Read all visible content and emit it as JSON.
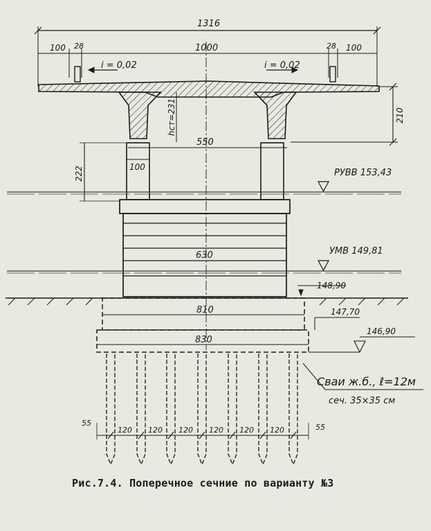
{
  "colors": {
    "paper": "#e9e8e1",
    "ink": "#1a1a1a",
    "water": "#3c3c3c"
  },
  "dimensions": {
    "total_width": "1316",
    "edge_left": "100",
    "curb_left": "28",
    "deck_width": "1000",
    "curb_right": "28",
    "edge_right": "100",
    "deck_height": "210",
    "cap_width": "550",
    "column_height": "222",
    "column_width": "100",
    "body_width": "630",
    "footing_top_width": "810",
    "footing_bottom_width": "830",
    "pile_spacing": "120",
    "edge_offset": "55"
  },
  "slopes": {
    "left": "i = 0,02",
    "right": "i = 0,02"
  },
  "beam_height_label": "hст=231",
  "levels": {
    "high_water": "РУВВ 153,43",
    "low_water": "УМВ 149,81"
  },
  "elevations": {
    "ground": "148,90",
    "footing_mid": "147,70",
    "footing_bottom": "146,90"
  },
  "piles_note": {
    "line1": "Сваи ж.б., ℓ=12м",
    "line2": "сеч. 35×35 см"
  },
  "caption": "Рис.7.4. Поперечное сечние по варианту №3"
}
